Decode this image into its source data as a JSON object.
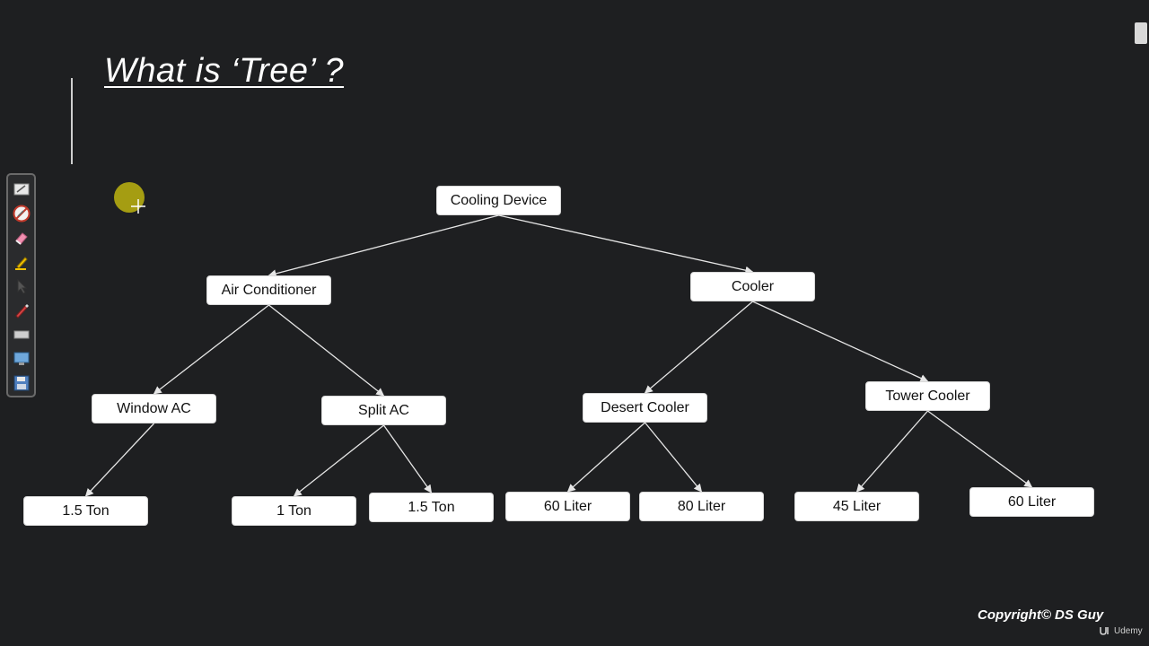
{
  "slide": {
    "title": "What is ‘Tree’ ?",
    "copyright": "Copyright© DS Guy",
    "brand": "Udemy"
  },
  "toolbar": {
    "tools": [
      {
        "name": "whiteboard-icon"
      },
      {
        "name": "disable-pen-icon"
      },
      {
        "name": "eraser-icon"
      },
      {
        "name": "highlighter-icon"
      },
      {
        "name": "cursor-arrow-icon"
      },
      {
        "name": "pen-icon"
      },
      {
        "name": "line-width-icon"
      },
      {
        "name": "screen-capture-icon"
      },
      {
        "name": "save-icon"
      }
    ]
  },
  "tree": {
    "nodes": [
      {
        "id": "cooling-device",
        "label": "Cooling Device"
      },
      {
        "id": "air-conditioner",
        "label": "Air Conditioner"
      },
      {
        "id": "cooler",
        "label": "Cooler"
      },
      {
        "id": "window-ac",
        "label": "Window AC"
      },
      {
        "id": "split-ac",
        "label": "Split AC"
      },
      {
        "id": "desert-cooler",
        "label": "Desert Cooler"
      },
      {
        "id": "tower-cooler",
        "label": "Tower Cooler"
      },
      {
        "id": "window-1-5-ton",
        "label": "1.5 Ton"
      },
      {
        "id": "split-1-ton",
        "label": "1 Ton"
      },
      {
        "id": "split-1-5-ton",
        "label": "1.5 Ton"
      },
      {
        "id": "desert-60-liter",
        "label": "60 Liter"
      },
      {
        "id": "desert-80-liter",
        "label": "80 Liter"
      },
      {
        "id": "tower-45-liter",
        "label": "45 Liter"
      },
      {
        "id": "tower-60-liter",
        "label": "60 Liter"
      }
    ],
    "edges": [
      [
        "cooling-device",
        "air-conditioner"
      ],
      [
        "cooling-device",
        "cooler"
      ],
      [
        "air-conditioner",
        "window-ac"
      ],
      [
        "air-conditioner",
        "split-ac"
      ],
      [
        "cooler",
        "desert-cooler"
      ],
      [
        "cooler",
        "tower-cooler"
      ],
      [
        "window-ac",
        "window-1-5-ton"
      ],
      [
        "split-ac",
        "split-1-ton"
      ],
      [
        "split-ac",
        "split-1-5-ton"
      ],
      [
        "desert-cooler",
        "desert-60-liter"
      ],
      [
        "desert-cooler",
        "desert-80-liter"
      ],
      [
        "tower-cooler",
        "tower-45-liter"
      ],
      [
        "tower-cooler",
        "tower-60-liter"
      ]
    ]
  },
  "colors": {
    "background": "#1e1f21",
    "node_fill": "#ffffff",
    "edge": "#e6e6e6",
    "pointer": "#a59d12"
  }
}
